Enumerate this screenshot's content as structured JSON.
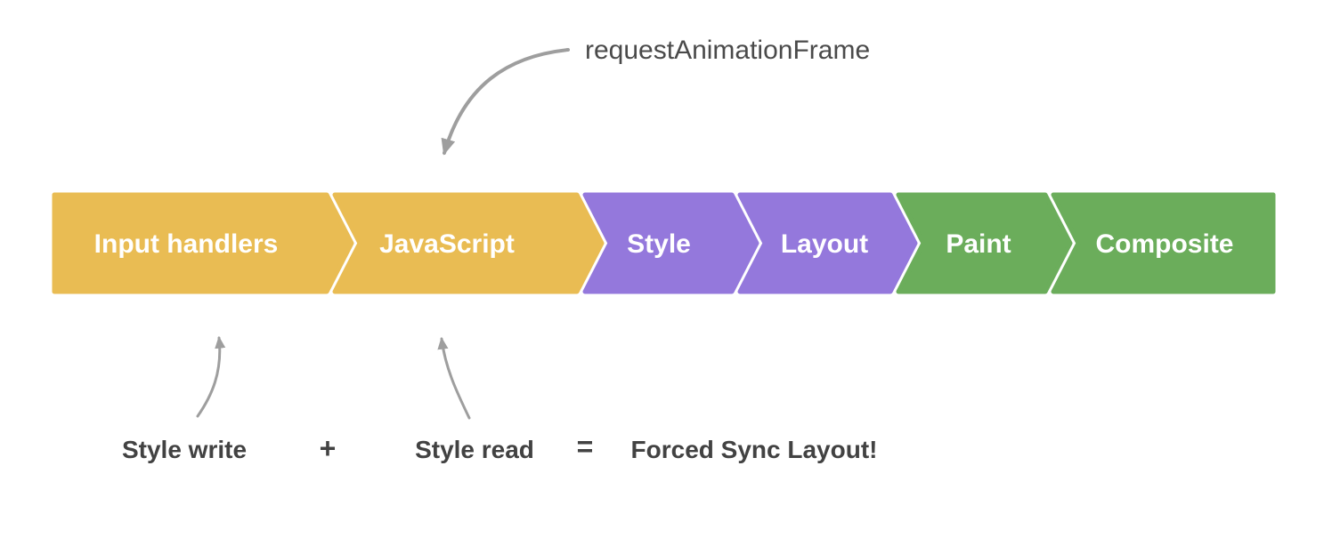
{
  "diagram": {
    "description": "Browser rendering pipeline with forced synchronous layout annotation"
  },
  "pipeline": {
    "segments": [
      {
        "label": "Input handlers",
        "color": "#E9BC53"
      },
      {
        "label": "JavaScript",
        "color": "#E9BC53"
      },
      {
        "label": "Style",
        "color": "#9478DC"
      },
      {
        "label": "Layout",
        "color": "#9478DC"
      },
      {
        "label": "Paint",
        "color": "#6BAD5B"
      },
      {
        "label": "Composite",
        "color": "#6BAD5B"
      }
    ]
  },
  "annotations": {
    "raf_label": "requestAnimationFrame",
    "style_write": "Style write",
    "plus": "+",
    "style_read": "Style read",
    "equals": "=",
    "result": "Forced Sync Layout!"
  },
  "colors": {
    "yellow": "#E9BC53",
    "purple": "#9478DC",
    "green": "#6BAD5B",
    "arrow_gray": "#9E9E9E",
    "text_dark": "#4A4A4A",
    "segment_text": "#FFFFFF",
    "background": "#FFFFFF"
  }
}
